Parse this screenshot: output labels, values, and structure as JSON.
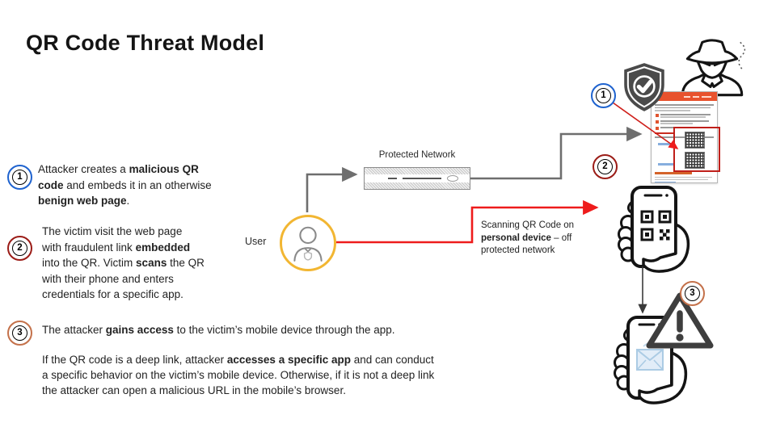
{
  "title": "QR Code Threat Model",
  "steps": [
    {
      "number": "1",
      "ring_color": "#1f63cf",
      "segments": [
        {
          "t": "Attacker creates a ",
          "b": false
        },
        {
          "t": "malicious QR\ncode",
          "b": true
        },
        {
          "t": " and embeds it in an otherwise\n",
          "b": false
        },
        {
          "t": "benign web page",
          "b": true
        },
        {
          "t": ".",
          "b": false
        }
      ]
    },
    {
      "number": "2",
      "ring_color": "#9b1c17",
      "segments": [
        {
          "t": "The victim visit the web page\nwith fraudulent link ",
          "b": false
        },
        {
          "t": "embedded",
          "b": true
        },
        {
          "t": "\ninto the QR. Victim ",
          "b": false
        },
        {
          "t": "scans",
          "b": true
        },
        {
          "t": " the QR\nwith their phone and enters\ncredentials for a specific app.",
          "b": false
        }
      ]
    },
    {
      "number": "3",
      "ring_color": "#c4714a",
      "segments": [
        {
          "t": "The attacker ",
          "b": false
        },
        {
          "t": "gains access",
          "b": true
        },
        {
          "t": " to the victim’s mobile device through the app.",
          "b": false
        }
      ]
    }
  ],
  "deep_link_note": {
    "segments": [
      {
        "t": "If the QR code is a deep link, attacker ",
        "b": false
      },
      {
        "t": "accesses a specific app",
        "b": true
      },
      {
        "t": " and can conduct\na specific behavior on the victim’s mobile device. Otherwise, if it is not a deep link\nthe attacker can open a malicious URL in the mobile’s browser.",
        "b": false
      }
    ]
  },
  "diagram": {
    "protected_network_label": "Protected Network",
    "user_label": "User",
    "scan_note_segments": [
      {
        "t": "Scanning QR Code on\n",
        "b": false
      },
      {
        "t": "personal device",
        "b": true
      },
      {
        "t": " – off\nprotected network",
        "b": false
      }
    ],
    "flow_markers": [
      "1",
      "2",
      "3"
    ],
    "icons": {
      "shield_check": "shield-with-checkmark",
      "spy": "attacker-spy-hat-and-glasses",
      "user_avatar": "person-in-yellow-circle",
      "firewall": "protected-network-appliance",
      "phone_qr": "hand-holding-phone-showing-qr-code",
      "phone_compromised": "hand-holding-phone-with-mail",
      "warning": "warning-triangle-exclamation",
      "webpage": "benign-webpage-with-embedded-qr-codes"
    },
    "colors": {
      "step1_ring": "#1f63cf",
      "step2_ring": "#9b1c17",
      "step3_ring": "#c4714a",
      "arrow_red": "#ee1c1c",
      "arrow_gray": "#6e6e6e",
      "user_ring": "#f2b632",
      "qr_highlight_red": "#bf1f1a",
      "webpage_header_orange": "#e8522d",
      "shield_gray": "#4a4a4a"
    }
  }
}
